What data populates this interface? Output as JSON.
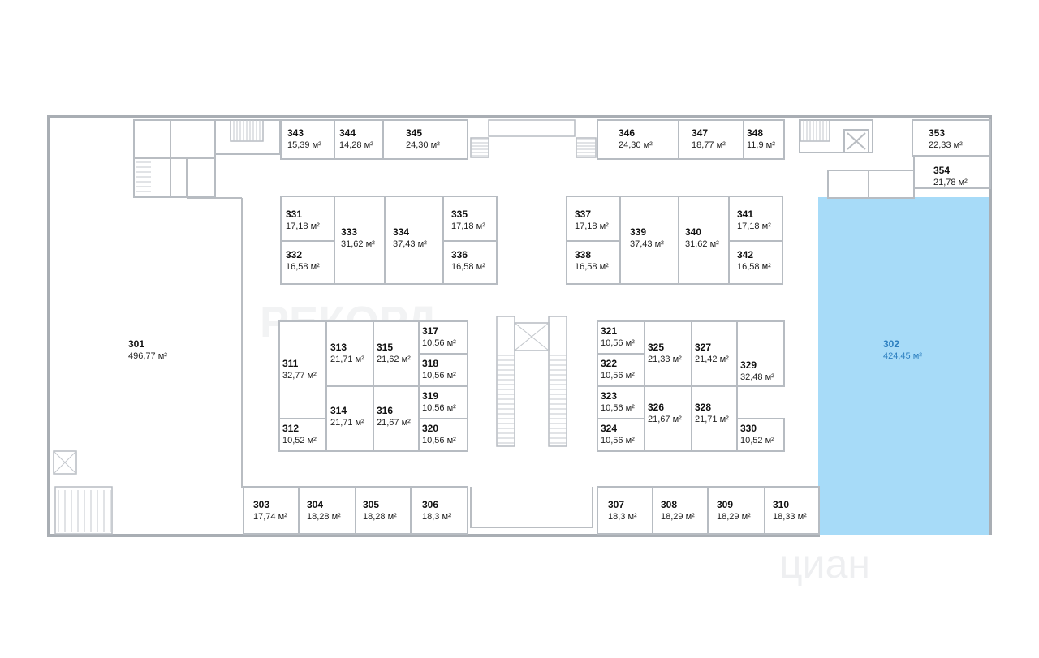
{
  "plan": {
    "watermark_logo": "РЕКОРД",
    "watermark_brand": "циан",
    "selected_unit": "302",
    "accent_color": "#a7dbf8",
    "units": [
      {
        "id": "301",
        "area": "496,77 м²"
      },
      {
        "id": "302",
        "area": "424,45 м²"
      },
      {
        "id": "303",
        "area": "17,74 м²"
      },
      {
        "id": "304",
        "area": "18,28 м²"
      },
      {
        "id": "305",
        "area": "18,28 м²"
      },
      {
        "id": "306",
        "area": "18,3 м²"
      },
      {
        "id": "307",
        "area": "18,3 м²"
      },
      {
        "id": "308",
        "area": "18,29 м²"
      },
      {
        "id": "309",
        "area": "18,29 м²"
      },
      {
        "id": "310",
        "area": "18,33 м²"
      },
      {
        "id": "311",
        "area": "32,77 м²"
      },
      {
        "id": "312",
        "area": "10,52 м²"
      },
      {
        "id": "313",
        "area": "21,71 м²"
      },
      {
        "id": "314",
        "area": "21,71 м²"
      },
      {
        "id": "315",
        "area": "21,62 м²"
      },
      {
        "id": "316",
        "area": "21,67 м²"
      },
      {
        "id": "317",
        "area": "10,56 м²"
      },
      {
        "id": "318",
        "area": "10,56 м²"
      },
      {
        "id": "319",
        "area": "10,56 м²"
      },
      {
        "id": "320",
        "area": "10,56 м²"
      },
      {
        "id": "321",
        "area": "10,56 м²"
      },
      {
        "id": "322",
        "area": "10,56 м²"
      },
      {
        "id": "323",
        "area": "10,56 м²"
      },
      {
        "id": "324",
        "area": "10,56 м²"
      },
      {
        "id": "325",
        "area": "21,33 м²"
      },
      {
        "id": "326",
        "area": "21,67 м²"
      },
      {
        "id": "327",
        "area": "21,42 м²"
      },
      {
        "id": "328",
        "area": "21,71 м²"
      },
      {
        "id": "329",
        "area": "32,48 м²"
      },
      {
        "id": "330",
        "area": "10,52 м²"
      },
      {
        "id": "331",
        "area": "17,18 м²"
      },
      {
        "id": "332",
        "area": "16,58 м²"
      },
      {
        "id": "333",
        "area": "31,62 м²"
      },
      {
        "id": "334",
        "area": "37,43 м²"
      },
      {
        "id": "335",
        "area": "17,18 м²"
      },
      {
        "id": "336",
        "area": "16,58 м²"
      },
      {
        "id": "337",
        "area": "17,18 м²"
      },
      {
        "id": "338",
        "area": "16,58 м²"
      },
      {
        "id": "339",
        "area": "37,43 м²"
      },
      {
        "id": "340",
        "area": "31,62 м²"
      },
      {
        "id": "341",
        "area": "17,18 м²"
      },
      {
        "id": "342",
        "area": "16,58 м²"
      },
      {
        "id": "343",
        "area": "15,39 м²"
      },
      {
        "id": "344",
        "area": "14,28 м²"
      },
      {
        "id": "345",
        "area": "24,30 м²"
      },
      {
        "id": "346",
        "area": "24,30 м²"
      },
      {
        "id": "347",
        "area": "18,77 м²"
      },
      {
        "id": "348",
        "area": "11,9 м²"
      },
      {
        "id": "353",
        "area": "22,33 м²"
      },
      {
        "id": "354",
        "area": "21,78 м²"
      }
    ]
  }
}
